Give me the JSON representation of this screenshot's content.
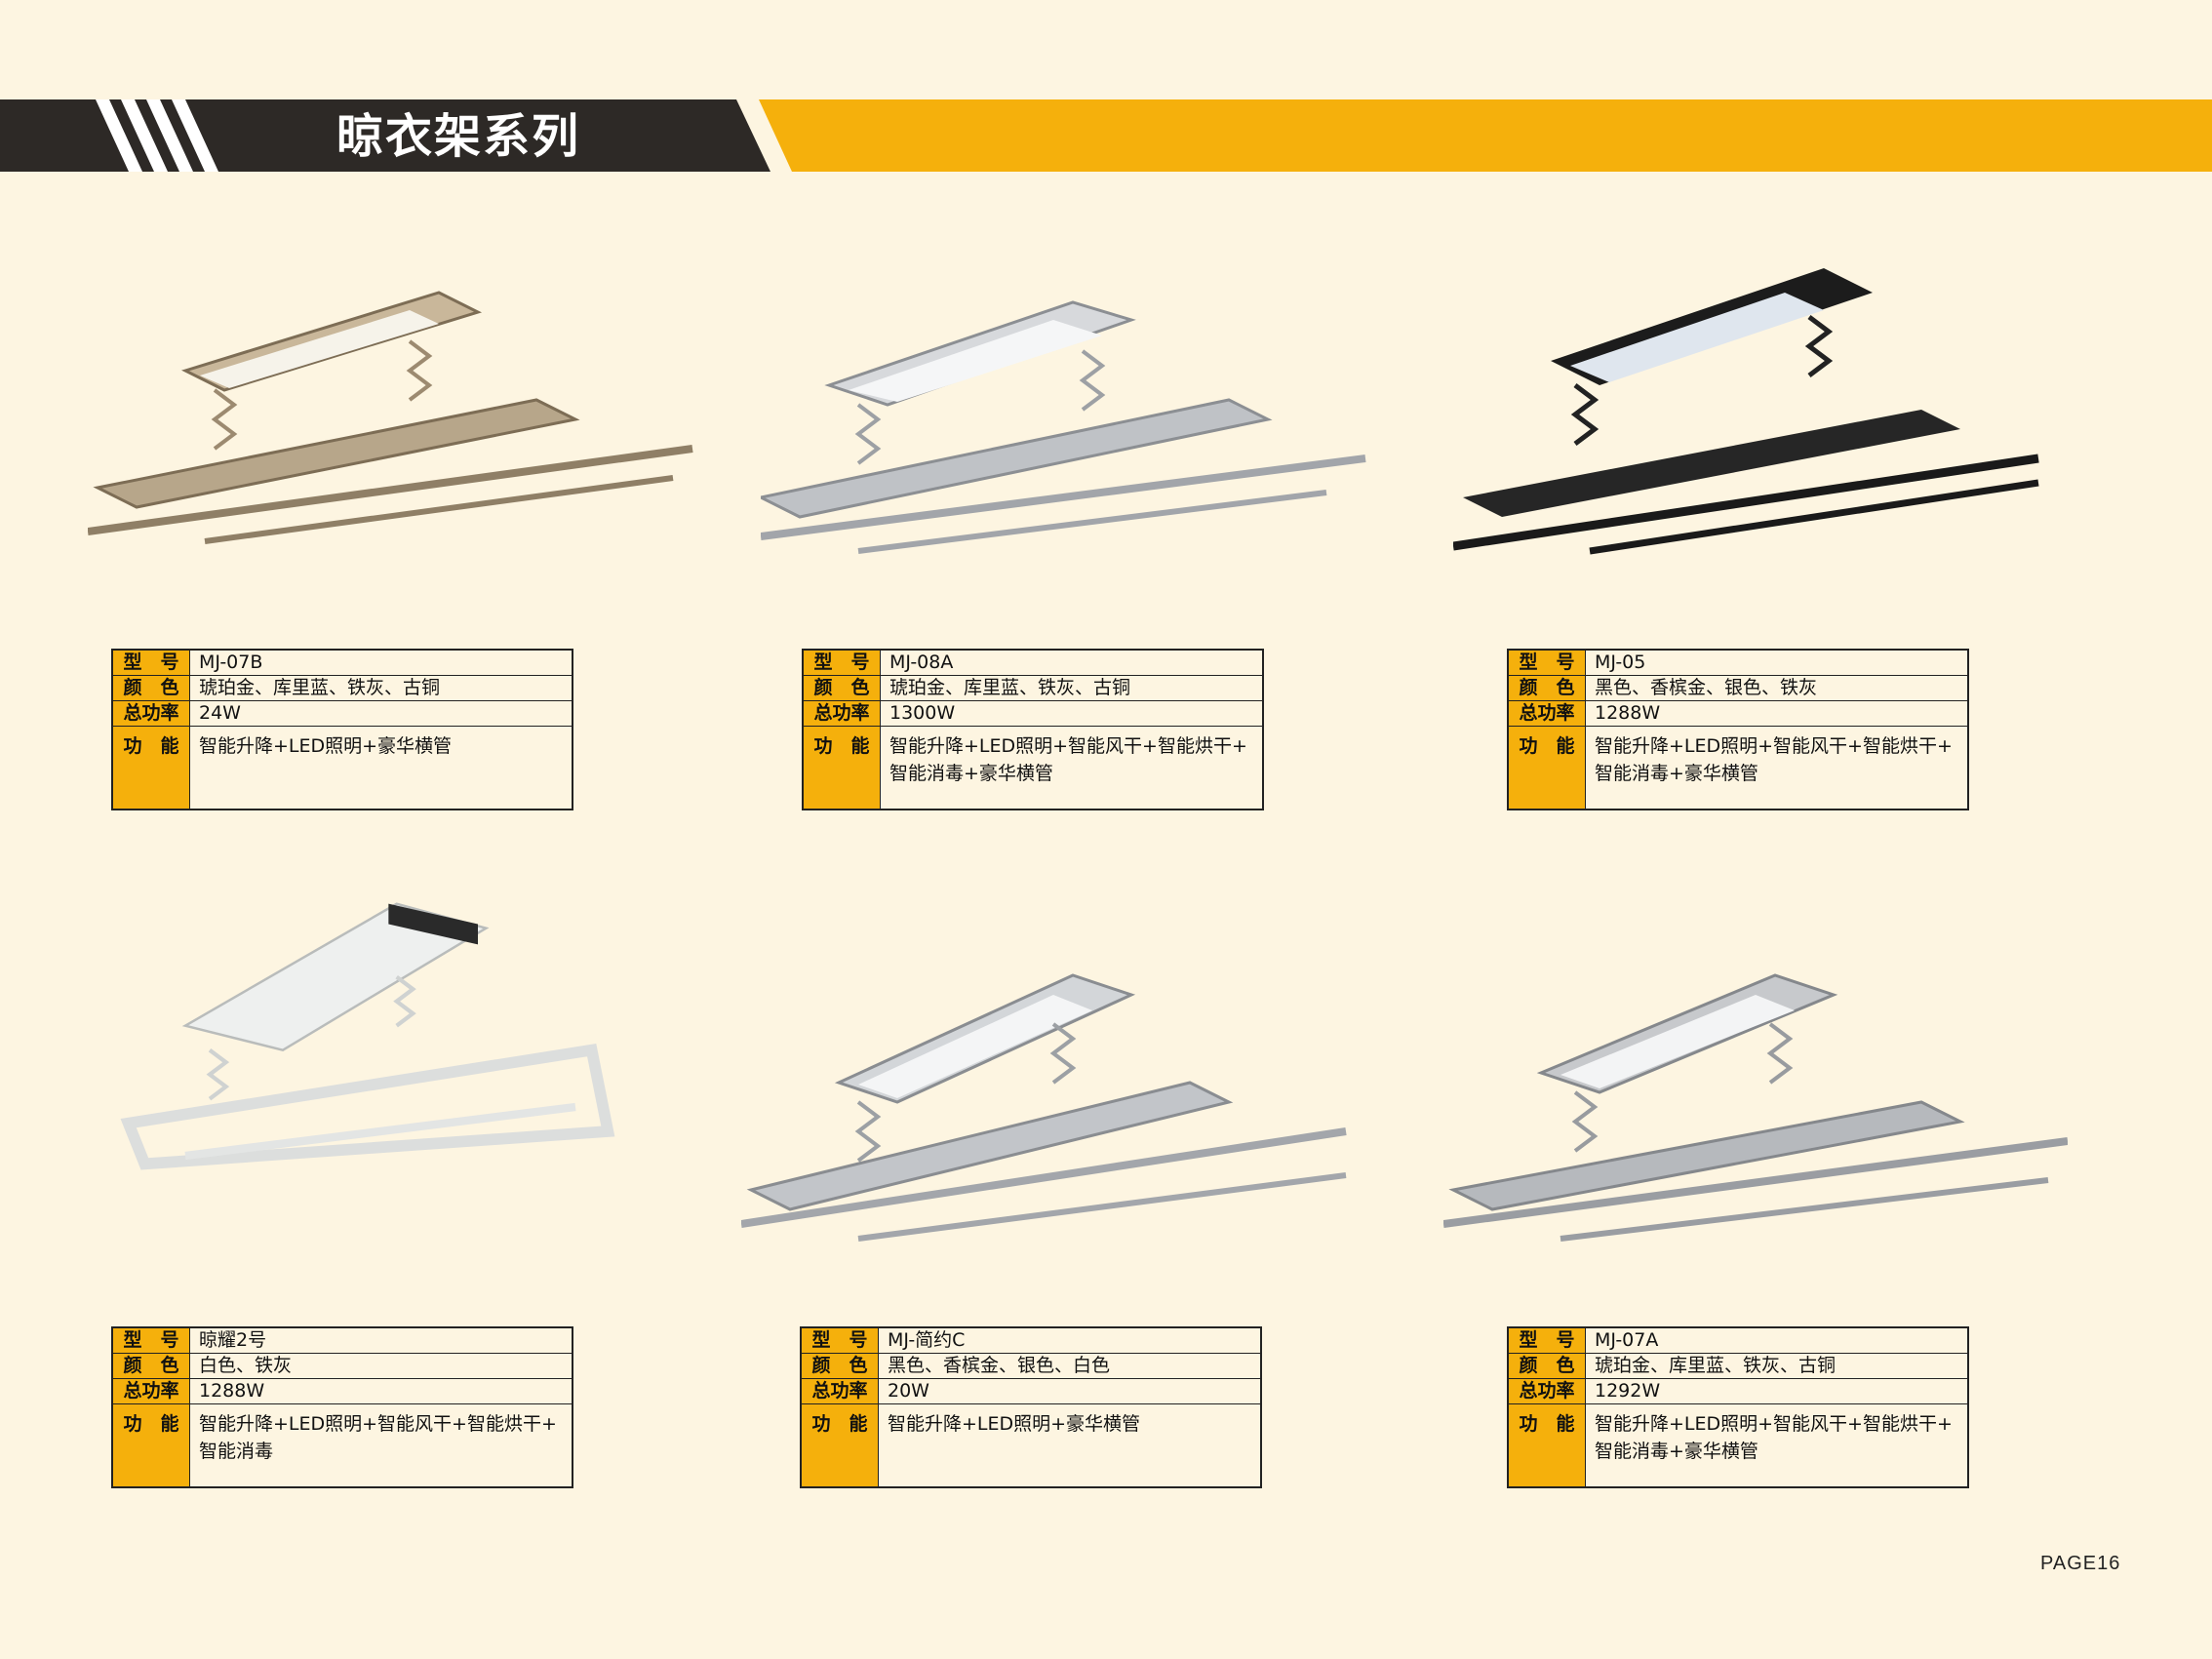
{
  "header": {
    "title": "晾衣架系列"
  },
  "labels": {
    "model": "型　号",
    "color": "颜　色",
    "power": "总功率",
    "function": "功　能"
  },
  "products": [
    {
      "model": "MJ-07B",
      "color": "琥珀金、库里蓝、铁灰、古铜",
      "power": "24W",
      "function_line1": "智能升降+LED照明+豪华横管",
      "function_line2": ""
    },
    {
      "model": "MJ-08A",
      "color": "琥珀金、库里蓝、铁灰、古铜",
      "power": "1300W",
      "function_line1": "智能升降+LED照明+智能风干+智能烘干+",
      "function_line2": "智能消毒+豪华横管"
    },
    {
      "model": "MJ-05",
      "color": "黑色、香槟金、银色、铁灰",
      "power": "1288W",
      "function_line1": "智能升降+LED照明+智能风干+智能烘干+",
      "function_line2": "智能消毒+豪华横管"
    },
    {
      "model": "晾耀2号",
      "color": "白色、铁灰",
      "power": "1288W",
      "function_line1": "智能升降+LED照明+智能风干+智能烘干+",
      "function_line2": "智能消毒"
    },
    {
      "model": "MJ-简约C",
      "color": "黑色、香槟金、银色、白色",
      "power": "20W",
      "function_line1": "智能升降+LED照明+豪华横管",
      "function_line2": ""
    },
    {
      "model": "MJ-07A",
      "color": "琥珀金、库里蓝、铁灰、古铜",
      "power": "1292W",
      "function_line1": "智能升降+LED照明+智能风干+智能烘干+",
      "function_line2": "智能消毒+豪华横管"
    }
  ],
  "footer": {
    "page": "PAGE16"
  },
  "colors": {
    "accent": "#f5b00c",
    "dark": "#2d2926",
    "background": "#fdf5e1"
  }
}
